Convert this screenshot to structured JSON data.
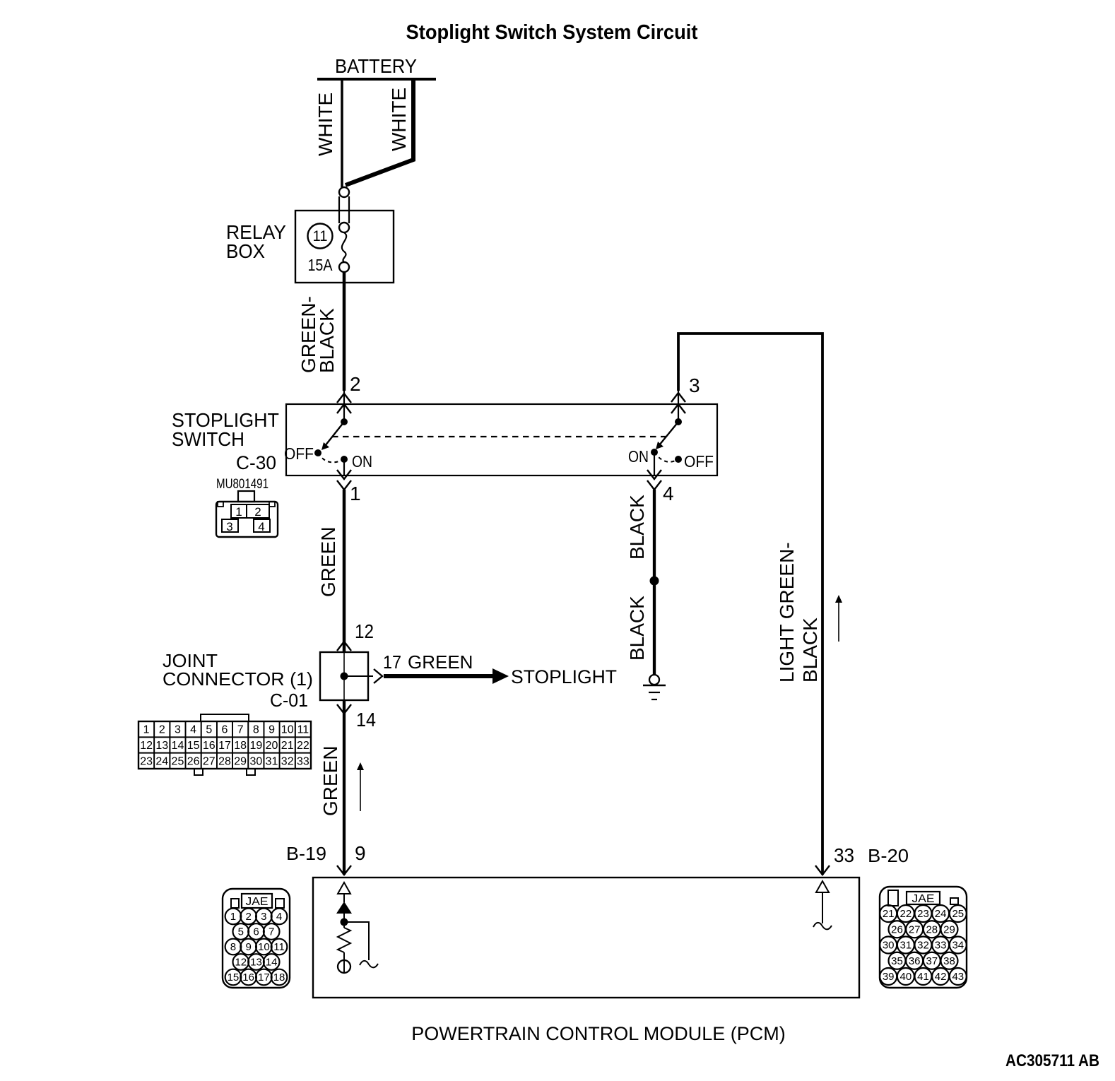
{
  "title": "Stoplight Switch System Circuit",
  "footer_code": "AC305711 AB",
  "battery": {
    "label": "BATTERY",
    "left_wire": "WHITE",
    "right_wire": "WHITE"
  },
  "relay_box": {
    "line1": "RELAY",
    "line2": "BOX",
    "fuse_no": "11",
    "fuse_rating": "15A",
    "output_wire_line1": "GREEN-",
    "output_wire_line2": "BLACK"
  },
  "stoplight_switch": {
    "line1": "STOPLIGHT",
    "line2": "SWITCH",
    "connector": "C-30",
    "part_no": "MU801491",
    "pin_diagram": [
      "1",
      "2",
      "3",
      "4"
    ],
    "terminals": {
      "in_left": "2",
      "in_right": "3",
      "out_left": "1",
      "out_right": "4"
    },
    "left_off": "OFF",
    "left_on": "ON",
    "right_on": "ON",
    "right_off": "OFF"
  },
  "wires": {
    "switch_out_left": "GREEN",
    "black_upper": "BLACK",
    "black_lower": "BLACK",
    "joint_to_pcm": "GREEN",
    "feedback_line1": "LIGHT GREEN-",
    "feedback_line2": "BLACK"
  },
  "joint_connector": {
    "line1": "JOINT",
    "line2": "CONNECTOR (1)",
    "connector": "C-01",
    "terminal_in": "12",
    "terminal_out": "14",
    "branch_terminal": "17",
    "branch_wire": "GREEN",
    "branch_target": "STOPLIGHT",
    "pin_rows": [
      [
        "1",
        "2",
        "3",
        "4",
        "5",
        "6",
        "7",
        "8",
        "9",
        "10",
        "11"
      ],
      [
        "12",
        "13",
        "14",
        "15",
        "16",
        "17",
        "18",
        "19",
        "20",
        "21",
        "22"
      ],
      [
        "23",
        "24",
        "25",
        "26",
        "27",
        "28",
        "29",
        "30",
        "31",
        "32",
        "33"
      ]
    ]
  },
  "pcm": {
    "label": "POWERTRAIN CONTROL MODULE (PCM)",
    "left_connector": "B-19",
    "left_terminal": "9",
    "right_connector": "B-20",
    "right_terminal": "33",
    "left_plug": {
      "brand": "JAE",
      "rows": [
        [
          "1",
          "2",
          "3",
          "4"
        ],
        [
          "5",
          "6",
          "7"
        ],
        [
          "8",
          "9",
          "10",
          "11"
        ],
        [
          "12",
          "13",
          "14"
        ],
        [
          "15",
          "16",
          "17",
          "18"
        ]
      ]
    },
    "right_plug": {
      "brand": "JAE",
      "rows": [
        [
          "21",
          "22",
          "23",
          "24",
          "25"
        ],
        [
          "26",
          "27",
          "28",
          "29"
        ],
        [
          "30",
          "31",
          "32",
          "33",
          "34"
        ],
        [
          "35",
          "36",
          "37",
          "38"
        ],
        [
          "39",
          "40",
          "41",
          "42",
          "43"
        ]
      ]
    }
  }
}
